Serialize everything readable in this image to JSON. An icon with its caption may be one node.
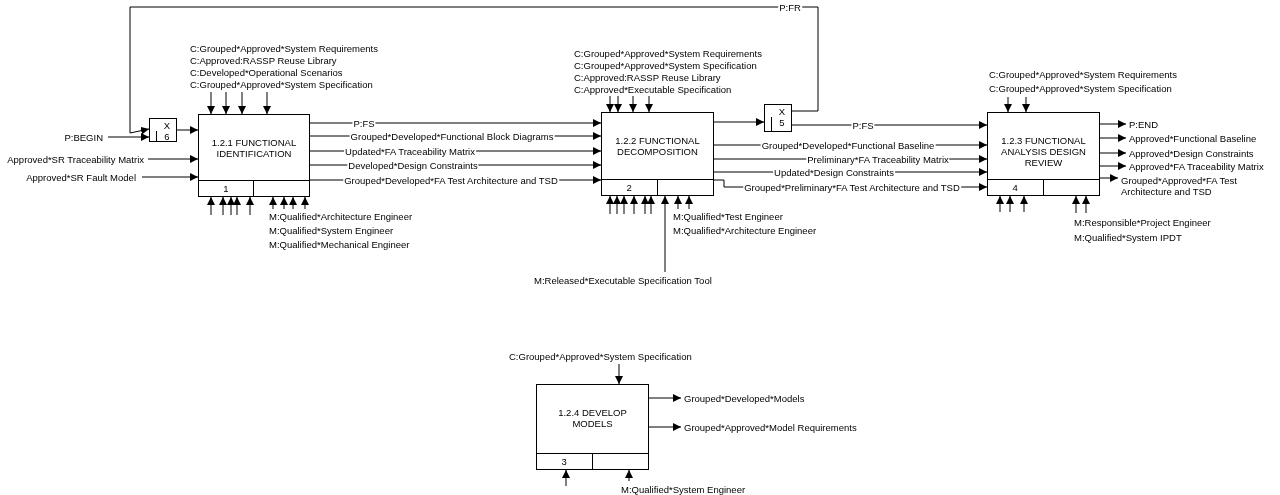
{
  "diagram": {
    "nodes": [
      {
        "text": [
          "1.2.1 FUNCTIONAL IDENTIFICATION",
          "1"
        ]
      },
      {
        "text": [
          "X",
          "6"
        ]
      },
      {
        "text": [
          "1.2.2 FUNCTIONAL DECOMPOSITION",
          "2"
        ]
      },
      {
        "text": [
          "X",
          "5"
        ]
      },
      {
        "text": [
          "1.2.3 FUNCTIONAL ANALYSIS DESIGN REVIEW",
          "4"
        ]
      },
      {
        "text": [
          "1.2.4 DEVELOP MODELS",
          "3"
        ]
      }
    ],
    "edges": [
      {
        "from": null,
        "to": 0,
        "arrow": "to",
        "label": "C:Grouped*Approved*System Requirements"
      },
      {
        "from": null,
        "to": 0,
        "arrow": "to",
        "label": "C:Approved:RASSP Reuse Library"
      },
      {
        "from": null,
        "to": 0,
        "arrow": "to",
        "label": "C:Developed*Operational Scenarios"
      },
      {
        "from": null,
        "to": 0,
        "arrow": "to",
        "label": "C:Grouped*Approved*System Specification"
      },
      {
        "from": null,
        "to": 1,
        "arrow": "to",
        "label": "P:BEGIN"
      },
      {
        "from": 3,
        "to": 1,
        "arrow": "to",
        "label": "P:FR"
      },
      {
        "from": 1,
        "to": 0,
        "arrow": "to"
      },
      {
        "from": null,
        "to": 0,
        "arrow": "to",
        "label": "Approved*SR Traceability Matrix"
      },
      {
        "from": null,
        "to": 0,
        "arrow": "to",
        "label": "Approved*SR Fault Model"
      },
      {
        "from": 0,
        "to": 2,
        "arrow": "to",
        "label": "P:FS"
      },
      {
        "from": 0,
        "to": 2,
        "arrow": "to",
        "label": "Grouped*Developed*Functional Block Diagrams"
      },
      {
        "from": 0,
        "to": 2,
        "arrow": "to",
        "label": "Updated*FA Traceability Matrix"
      },
      {
        "from": 0,
        "to": 2,
        "arrow": "to",
        "label": "Developed*Design Constraints"
      },
      {
        "from": 0,
        "to": 2,
        "arrow": "to",
        "label": "Grouped*Developed*FA Test Architecture and TSD"
      },
      {
        "from": null,
        "to": 0,
        "arrow": "to"
      },
      {
        "from": null,
        "to": 0,
        "arrow": "to"
      },
      {
        "from": null,
        "to": 0,
        "arrow": "to"
      },
      {
        "from": null,
        "to": 0,
        "arrow": "to"
      },
      {
        "from": null,
        "to": 0,
        "arrow": "to"
      },
      {
        "from": null,
        "to": 0,
        "arrow": "to",
        "label": "M:Qualified*Architecture Engineer"
      },
      {
        "from": null,
        "to": 0,
        "arrow": "to"
      },
      {
        "from": null,
        "to": 0,
        "arrow": "to",
        "label": "M:Qualified*System Engineer"
      },
      {
        "from": null,
        "to": 0,
        "arrow": "to",
        "label": "M:Qualified*Mechanical Engineer"
      },
      {
        "from": null,
        "to": 2,
        "arrow": "to",
        "label": "C:Grouped*Approved*System Requirements"
      },
      {
        "from": null,
        "to": 2,
        "arrow": "to",
        "label": "C:Grouped*Approved*System Specification"
      },
      {
        "from": null,
        "to": 2,
        "arrow": "to",
        "label": "C:Approved:RASSP Reuse Library"
      },
      {
        "from": null,
        "to": 2,
        "arrow": "to",
        "label": "C:Approved*Executable Specification"
      },
      {
        "from": 2,
        "to": 3,
        "arrow": "to"
      },
      {
        "from": 3,
        "to": 4,
        "arrow": "to",
        "label": "P:FS"
      },
      {
        "from": 2,
        "to": 4,
        "arrow": "to",
        "label": "Grouped*Developed*Functional Baseline"
      },
      {
        "from": 2,
        "to": 4,
        "arrow": "to",
        "label": "Preliminary*FA Traceability Matrix"
      },
      {
        "from": 2,
        "to": 4,
        "arrow": "to",
        "label": "Updated*Design Constraints"
      },
      {
        "from": 2,
        "to": 4,
        "arrow": "to",
        "label": "Grouped*Preliminary*FA Test Architecture and TSD"
      },
      {
        "from": null,
        "to": 2,
        "arrow": "to"
      },
      {
        "from": null,
        "to": 2,
        "arrow": "to"
      },
      {
        "from": null,
        "to": 2,
        "arrow": "to"
      },
      {
        "from": null,
        "to": 2,
        "arrow": "to"
      },
      {
        "from": null,
        "to": 2,
        "arrow": "to"
      },
      {
        "from": null,
        "to": 2,
        "arrow": "to"
      },
      {
        "from": null,
        "to": 2,
        "arrow": "to",
        "label": "M:Released*Executable Specification Tool"
      },
      {
        "from": null,
        "to": 2,
        "arrow": "to",
        "label": "M:Qualified*Test Engineer"
      },
      {
        "from": null,
        "to": 2,
        "arrow": "to",
        "label": "M:Qualified*Architecture Engineer"
      },
      {
        "from": null,
        "to": 4,
        "arrow": "to",
        "label": "C:Grouped*Approved*System Requirements"
      },
      {
        "from": null,
        "to": 4,
        "arrow": "to",
        "label": "C:Grouped*Approved*System Specification"
      },
      {
        "from": 4,
        "to": null,
        "arrow": "to",
        "label": "P:END"
      },
      {
        "from": 4,
        "to": null,
        "arrow": "to",
        "label": "Approved*Functional Baseline"
      },
      {
        "from": 4,
        "to": null,
        "arrow": "to",
        "label": "Approved*Design Constraints"
      },
      {
        "from": 4,
        "to": null,
        "arrow": "to",
        "label": "Approved*FA Traceability Matrix"
      },
      {
        "from": 4,
        "to": null,
        "arrow": "to",
        "label": "Grouped*Approved*FA Test Architecture and TSD"
      },
      {
        "from": null,
        "to": 4,
        "arrow": "to"
      },
      {
        "from": null,
        "to": 4,
        "arrow": "to"
      },
      {
        "from": null,
        "to": 4,
        "arrow": "to"
      },
      {
        "from": null,
        "to": 4,
        "arrow": "to",
        "label": "M:Responsible*Project Engineer"
      },
      {
        "from": null,
        "to": 4,
        "arrow": "to",
        "label": "M:Qualified*System IPDT"
      },
      {
        "from": null,
        "to": 5,
        "arrow": "to",
        "label": "C:Grouped*Approved*System Specification"
      },
      {
        "from": 5,
        "to": null,
        "arrow": "to",
        "label": "Grouped*Developed*Models"
      },
      {
        "from": 5,
        "to": null,
        "arrow": "to",
        "label": "Grouped*Approved*Model Requirements"
      },
      {
        "from": null,
        "to": 5,
        "arrow": "to"
      },
      {
        "from": null,
        "to": 5,
        "arrow": "to",
        "label": "M:Qualified*System Engineer"
      }
    ]
  }
}
